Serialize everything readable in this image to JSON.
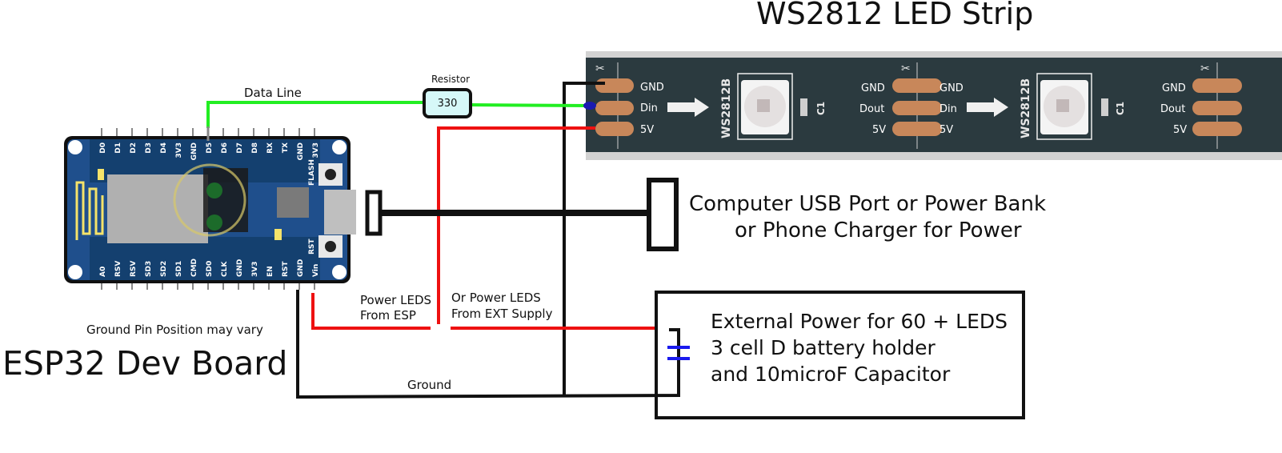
{
  "titles": {
    "strip": "WS2812 LED Strip",
    "board": "ESP32 Dev Board"
  },
  "labels": {
    "data_line": "Data Line",
    "resistor": "Resistor",
    "resistor_value": "330",
    "ground_note": "Ground Pin Position may vary",
    "ground": "Ground",
    "power_esp_1_a": "Power",
    "power_esp_1_b": " LEDS",
    "power_esp_2": "From ESP",
    "power_ext_1": "Or Power LEDS",
    "power_ext_2": "From EXT Supply"
  },
  "usb": {
    "line1": "Computer USB Port  or  Power Bank",
    "line2": "or Phone Charger for Power"
  },
  "external": {
    "line1": "External Power for 60 + LEDS",
    "line2": "3 cell D battery holder",
    "line3": "and 10microF Capacitor"
  },
  "strip": {
    "chip_label": "WS2812B",
    "cap_label": "C1",
    "pads_left": [
      "GND",
      "Din",
      "5V"
    ],
    "pads_mid_left": [
      "GND",
      "Dout",
      "5V"
    ],
    "pads_mid_right": [
      "GND",
      "Din",
      "5V"
    ],
    "pads_right": [
      "GND",
      "Dout",
      "5V"
    ]
  },
  "board": {
    "top_pins": [
      "D0",
      "D1",
      "D2",
      "D3",
      "D4",
      "3V3",
      "GND",
      "D5",
      "D6",
      "D7",
      "D8",
      "RX",
      "TX",
      "GND",
      "3V3"
    ],
    "bottom_pins": [
      "A0",
      "RSV",
      "RSV",
      "SD3",
      "SD2",
      "SD1",
      "CMD",
      "SD0",
      "CLK",
      "GND",
      "3V3",
      "EN",
      "RST",
      "GND",
      "Vin"
    ],
    "flash_label": "FLASH",
    "rst_label": "RST"
  },
  "colors": {
    "data_wire": "#22ee22",
    "power_wire": "#ee1111",
    "ground_wire": "#111111",
    "board": "#1f4f8c",
    "strip": "#2b3a3f",
    "pad": "#c8875a",
    "resistor": "#d6f8f8",
    "capacitor": "#1a1aee"
  }
}
